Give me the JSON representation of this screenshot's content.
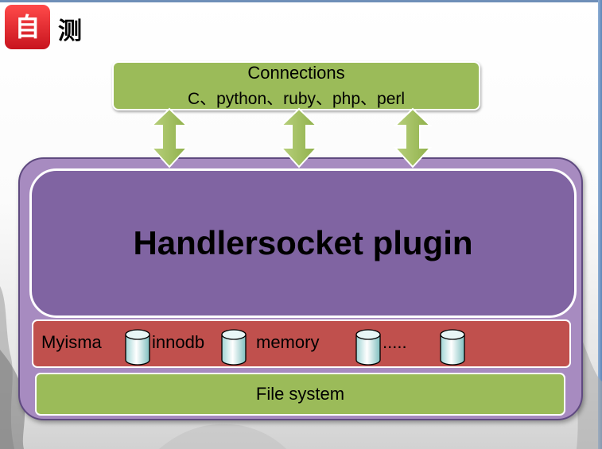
{
  "header": {
    "badge_char": "自",
    "title_char": "测"
  },
  "connections": {
    "title": "Connections",
    "languages": "C、python、ruby、php、perl"
  },
  "plugin": {
    "label": "Handlersocket plugin"
  },
  "engines": {
    "items": [
      "Myisma",
      "innodb",
      "memory",
      "....."
    ]
  },
  "filesystem": {
    "label": "File system"
  },
  "colors": {
    "green_box": "#9bbb59",
    "purple_box": "#8064a2",
    "outer_panel": "#a78bc0",
    "red_box": "#c0504d",
    "badge_red": "#e0232b"
  }
}
